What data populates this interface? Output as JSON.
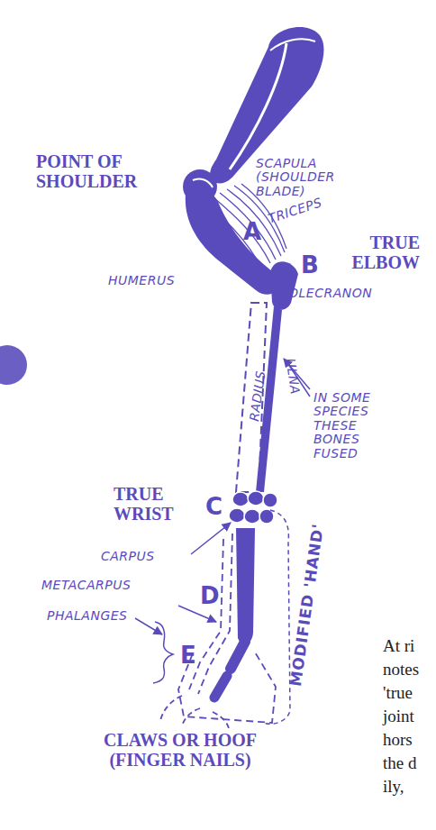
{
  "diagram": {
    "labels": [
      "SCAPULA (SHOULDER BLADE)",
      "POINT OF SHOULDER",
      "TRICEPS",
      "A",
      "TRUE ELBOW",
      "B",
      "HUMERUS",
      "OLECRANON",
      "RADIUS",
      "ULNA",
      "IN SOME SPECIES THESE BONES FUSED",
      "TRUE WRIST",
      "C",
      "CARPUS",
      "MODIFIED 'HAND'",
      "METACARPUS",
      "D",
      "PHALANGES",
      "E",
      "CLAWS OR HOOF (FINGER NAILS)",
      "At ri",
      "notes",
      "'true",
      "joint",
      "hors",
      "the d",
      "ily,"
    ]
  }
}
